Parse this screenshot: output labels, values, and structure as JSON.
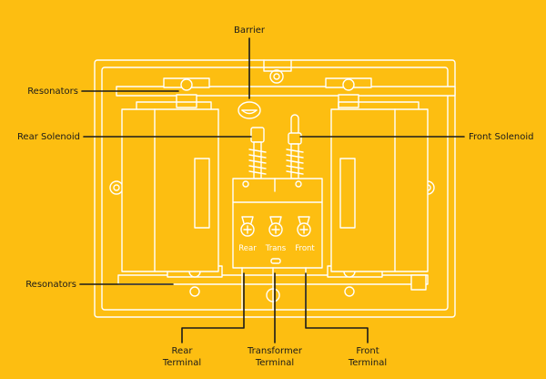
{
  "diagram": {
    "background": "#FDBE11",
    "line_color": "#1a1a1a",
    "wire_color": "#ffffff",
    "labels": {
      "barrier": "Barrier",
      "resonators_top": "Resonators",
      "rear_solenoid": "Rear Solenoid",
      "front_solenoid": "Front Solenoid",
      "resonators_bottom": "Resonators",
      "rear_terminal_1": "Rear",
      "rear_terminal_2": "Terminal",
      "transformer_terminal_1": "Transformer",
      "transformer_terminal_2": "Terminal",
      "front_terminal_1": "Front",
      "front_terminal_2": "Terminal"
    },
    "terminal_block": {
      "rear": "Rear",
      "trans": "Trans",
      "front": "Front"
    }
  }
}
